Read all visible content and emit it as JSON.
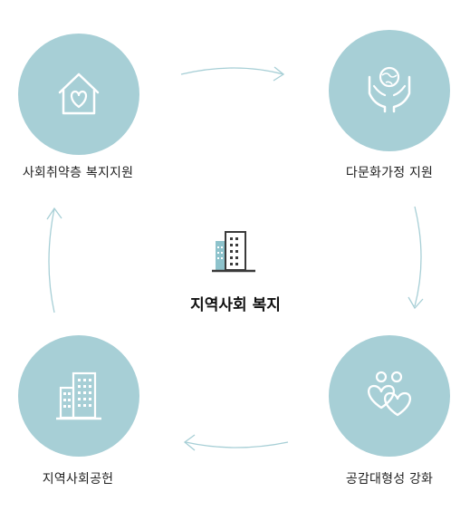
{
  "center": {
    "icon": "building-icon",
    "title": "지역사회 복지"
  },
  "nodes": [
    {
      "icon": "heart-house-icon",
      "label": "사회취약층 복지지원"
    },
    {
      "icon": "globe-in-hands-icon",
      "label": "다문화가정 지원"
    },
    {
      "icon": "couple-hearts-icon",
      "label": "공감대형성 강화"
    },
    {
      "icon": "building-icon",
      "label": "지역사회공헌"
    }
  ],
  "colors": {
    "circle": "#a7cfd6",
    "arrow": "#a7cfd6",
    "icon": "#ffffff",
    "center_icon": "#3a3a3a",
    "center_accent": "#8ec3cc"
  }
}
